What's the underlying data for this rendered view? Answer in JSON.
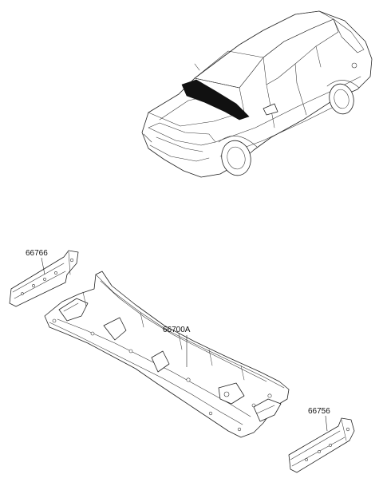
{
  "parts": [
    {
      "id": "p66766",
      "label": "66766"
    },
    {
      "id": "p66700A",
      "label": "66700A"
    },
    {
      "id": "p66756",
      "label": "66756"
    }
  ],
  "colors": {
    "line": "#222222",
    "highlight": "#111111",
    "background": "#ffffff"
  },
  "icons": [
    "car-illustration",
    "cowl-panel-drawing",
    "left-side-bracket-drawing",
    "right-side-bracket-drawing"
  ]
}
